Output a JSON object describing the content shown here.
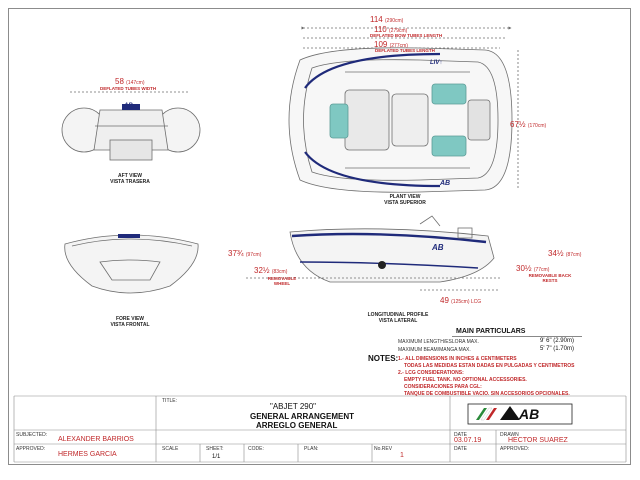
{
  "dimensions": {
    "length_overall": {
      "value": "114",
      "metric": "(290cm)"
    },
    "bow_tubes": {
      "value": "110",
      "metric": "(279cm)",
      "label": "DEFLATED BOW TUBES LENGTH"
    },
    "tubes": {
      "value": "109",
      "metric": "(277cm)",
      "label": "DEFLATED TUBES LENGTH"
    },
    "tubes_width": {
      "value": "58",
      "metric": "(147cm)",
      "label": "DEFLATED TUBES WIDTH"
    },
    "beam": {
      "value": "67",
      "fraction": "½",
      "metric": "(170cm)"
    },
    "height_bow": {
      "value": "37",
      "fraction": "¾",
      "metric": "(97cm)"
    },
    "wheel": {
      "value": "32",
      "fraction": "½",
      "metric": "(83cm)",
      "label": "REMOVABLE WHEEL"
    },
    "height_stern": {
      "value": "34",
      "fraction": "½",
      "metric": "(87cm)"
    },
    "back_rests": {
      "value": "30",
      "fraction": "½",
      "metric": "(77cm)",
      "label": "REMOVABLE BACK RESTS"
    },
    "lcg": {
      "value": "49",
      "metric": "(125cm) LCG"
    }
  },
  "views": {
    "aft": [
      "AFT VIEW",
      "VISTA TRASERA"
    ],
    "plan": [
      "PLANT VIEW",
      "VISTA SUPERIOR"
    ],
    "fore": [
      "FORE VIEW",
      "VISTA FRONTAL"
    ],
    "profile": [
      "LONGITUDINAL PROFILE",
      "VISTA LATERAL"
    ]
  },
  "brand": {
    "logo": "AB",
    "hull_text": "AB",
    "bow_text": "LIV↑"
  },
  "particulars": {
    "title": "MAIN PARTICULARS",
    "rows": [
      {
        "label": "MAXIMUM LENGTH/ESLORA MAX.",
        "value": "9' 6\"  (2.90m)"
      },
      {
        "label": "MAXIMUM BEAM/MANGA MAX.",
        "value": "5' 7\"  (1.70m)"
      }
    ]
  },
  "notes": {
    "title": "NOTES:",
    "lines": [
      "1.- ALL DIMENSIONS IN INCHES & CENTIMETERS",
      "TODAS LAS MEDIDAS ESTAN DADAS EN PULGADAS Y CENTIMETROS",
      "2.- LCG CONSIDERATIONS:",
      "EMPTY FUEL TANK. NO OPTIONAL ACCESSORIES.",
      "CONSIDERACIONES PARA CGL:",
      "TANQUE DE COMBUSTIBLE VACIO. SIN ACCESORIOS OPCIONALES."
    ]
  },
  "title_block": {
    "title_label": "TITLE:",
    "model": "\"ABJET 290\"",
    "title_line1": "GENERAL ARRANGEMENT",
    "title_line2": "ARREGLO GENERAL",
    "subjected_label": "SUBJECTED:",
    "subjected_value": "ALEXANDER BARRIOS",
    "approved_label": "APPROVED:",
    "approved_value": "HERMES GARCIA",
    "date_label": "DATE",
    "date_value": "03.07.19",
    "drawn_label": "DRAWN",
    "drawn_value": "HECTOR SUAREZ",
    "date2_label": "DATE",
    "approved2_label": "APPROVED:",
    "scale_label": "SCALE",
    "sheet_label": "SHEET:",
    "sheet_value": "1/1",
    "code_label": "CODE:",
    "plan_label": "PLAN:",
    "rev_label": "No.REV",
    "rev_value": "1"
  },
  "colors": {
    "accent": "#c0282a",
    "hull_blue": "#1f2a7a",
    "line": "#7a7a7a",
    "seat_teal": "#7fc8c2"
  }
}
